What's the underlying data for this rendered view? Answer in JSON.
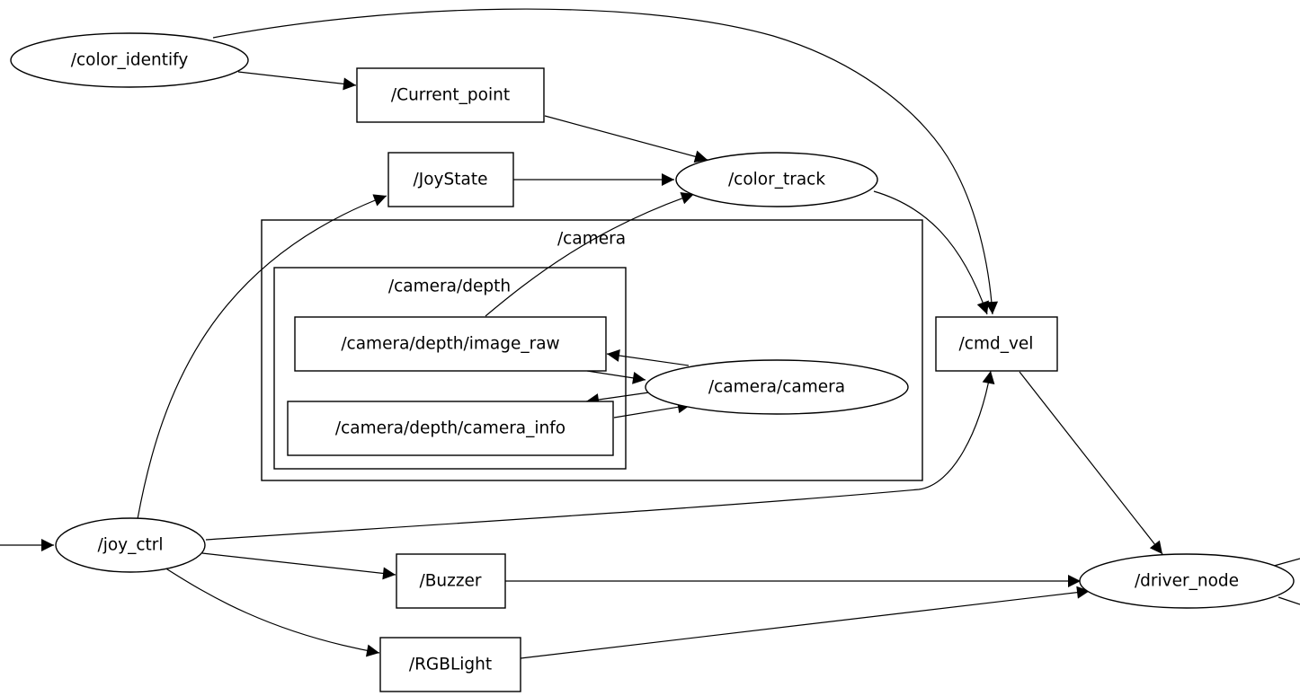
{
  "graph": {
    "clusters": {
      "camera": "/camera",
      "camera_depth": "/camera/depth"
    },
    "nodes": {
      "color_identify": "/color_identify",
      "current_point": "/Current_point",
      "joystate": "/JoyState",
      "color_track": "/color_track",
      "image_raw": "/camera/depth/image_raw",
      "camera_camera": "/camera/camera",
      "camera_info": "/camera/depth/camera_info",
      "cmd_vel": "/cmd_vel",
      "joy_ctrl": "/joy_ctrl",
      "buzzer": "/Buzzer",
      "rgblight": "/RGBLight",
      "driver_node": "/driver_node"
    }
  },
  "edges": [
    {
      "from": "/color_identify",
      "to": "/Current_point"
    },
    {
      "from": "/color_identify",
      "to": "/cmd_vel"
    },
    {
      "from": "/Current_point",
      "to": "/color_track"
    },
    {
      "from": "/JoyState",
      "to": "/color_track"
    },
    {
      "from": "/camera/depth/image_raw",
      "to": "/color_track"
    },
    {
      "from": "/color_track",
      "to": "/cmd_vel"
    },
    {
      "from": "/camera/camera",
      "to": "/camera/depth/image_raw"
    },
    {
      "from": "/camera/depth/image_raw",
      "to": "/camera/camera"
    },
    {
      "from": "/camera/camera",
      "to": "/camera/depth/camera_info"
    },
    {
      "from": "/camera/depth/camera_info",
      "to": "/camera/camera"
    },
    {
      "from": "/joy_ctrl",
      "to": "/JoyState"
    },
    {
      "from": "/joy_ctrl",
      "to": "/cmd_vel"
    },
    {
      "from": "/joy_ctrl",
      "to": "/Buzzer"
    },
    {
      "from": "/joy_ctrl",
      "to": "/RGBLight"
    },
    {
      "from": "/cmd_vel",
      "to": "/driver_node"
    },
    {
      "from": "/Buzzer",
      "to": "/driver_node"
    },
    {
      "from": "/RGBLight",
      "to": "/driver_node"
    }
  ]
}
